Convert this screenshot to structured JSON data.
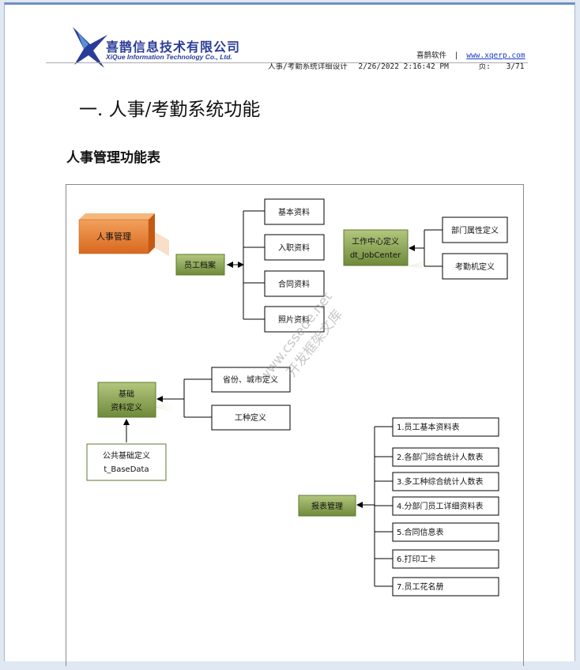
{
  "header": {
    "company_cn": "喜鹊信息技术有限公司",
    "company_en": "XiQue Information Technology Co., Ltd.",
    "software": "喜鹊软件",
    "separator": "|",
    "website": "www.xqerp.com",
    "doc_title": "人事/考勤系统详细设计",
    "date": "2/26/2022 2:16:42 PM",
    "page_label": "页:",
    "page_num": "3/71"
  },
  "heading1": "一. 人事/考勤系统功能",
  "heading2": "人事管理功能表",
  "diagram": {
    "hr_box": "人事管理",
    "employee_file": "员工档案",
    "basic_info": "基本资料",
    "entry_info": "入职资料",
    "contract_info": "合同资料",
    "photo_info": "照片资料",
    "work_center_l1": "工作中心定义",
    "work_center_l2": "dt_JobCenter",
    "dept_attr": "部门属性定义",
    "attendance_machine": "考勤机定义",
    "base_l1": "基础",
    "base_l2": "资料定义",
    "province_city": "省份、城市定义",
    "job_type": "工种定义",
    "public_base_l1": "公共基础定义",
    "public_base_l2": "t_BaseData",
    "reports": "报表管理",
    "report_items": [
      "1.员工基本资料表",
      "2.各部门综合统计人数表",
      "3.多工种综合统计人数表",
      "4.分部门员工详细资料表",
      "5.合同信息表",
      "6.打印工卡",
      "7.员工花名册"
    ],
    "watermark_1": "www.cssede.net",
    "watermark_2": "开发框架文库"
  }
}
